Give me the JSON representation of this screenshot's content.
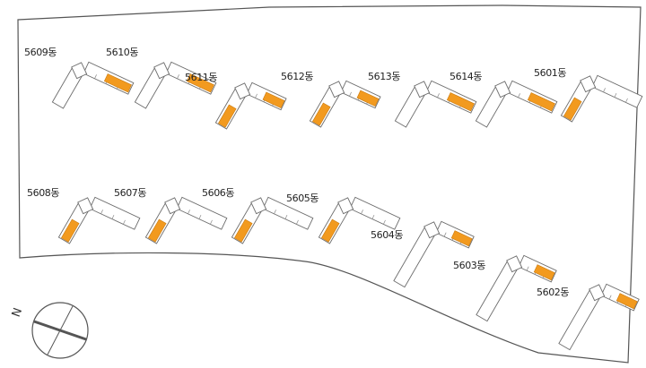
{
  "site": {
    "boundary_stroke": "#555555",
    "highlight_color": "#F29A1F",
    "compass_symbol": "N"
  },
  "buildings": [
    {
      "label": "5609동",
      "highlight": "bottom"
    },
    {
      "label": "5610동",
      "highlight": "bottom"
    },
    {
      "label": "5611동",
      "highlight": "both"
    },
    {
      "label": "5612동",
      "highlight": "both"
    },
    {
      "label": "5613동",
      "highlight": "bottom"
    },
    {
      "label": "5614동",
      "highlight": "bottom"
    },
    {
      "label": "5601동",
      "highlight": "top"
    },
    {
      "label": "5608동",
      "highlight": "top"
    },
    {
      "label": "5607동",
      "highlight": "top"
    },
    {
      "label": "5606동",
      "highlight": "top"
    },
    {
      "label": "5605동",
      "highlight": "top"
    },
    {
      "label": "5604동",
      "highlight": "bottom"
    },
    {
      "label": "5603동",
      "highlight": "bottom"
    },
    {
      "label": "5602동",
      "highlight": "bottom"
    }
  ]
}
